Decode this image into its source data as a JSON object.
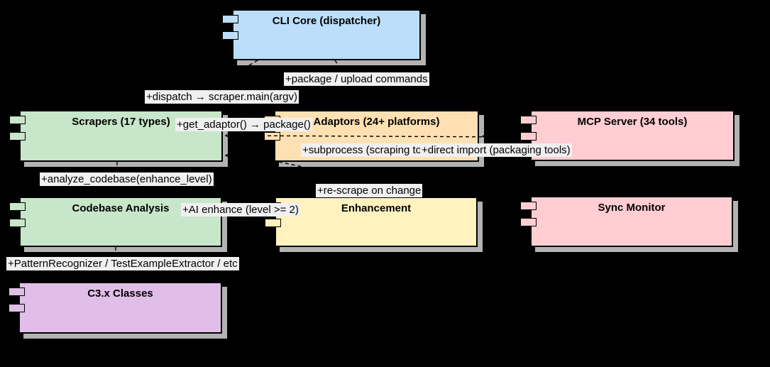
{
  "diagram": {
    "kind": "uml-component-diagram",
    "background_color": "#000000",
    "shadow_color": "#b3b3b3",
    "label_background": "#f0f0f0",
    "border_color": "#000000",
    "components": [
      {
        "id": "cli-core",
        "label": "CLI Core (dispatcher)",
        "fill": "#bbdefb"
      },
      {
        "id": "scrapers",
        "label": "Scrapers (17 types)",
        "fill": "#c8e6c9"
      },
      {
        "id": "adaptors",
        "label": "Adaptors (24+ platforms)",
        "fill": "#ffe0b2"
      },
      {
        "id": "mcp-server",
        "label": "MCP Server (34 tools)",
        "fill": "#ffcdd2"
      },
      {
        "id": "codebase-analysis",
        "label": "Codebase Analysis",
        "fill": "#c8e6c9"
      },
      {
        "id": "enhancement",
        "label": "Enhancement",
        "fill": "#fff2bf"
      },
      {
        "id": "sync-monitor",
        "label": "Sync Monitor",
        "fill": "#ffcdd2"
      },
      {
        "id": "c3x-classes",
        "label": "C3.x Classes",
        "fill": "#e1bee7"
      }
    ],
    "edge_labels": [
      {
        "id": "package-upload",
        "text": "+package / upload commands"
      },
      {
        "id": "dispatch",
        "text": "+dispatch → scraper.main(argv)"
      },
      {
        "id": "get-adaptor",
        "text": "+get_adaptor() → package()"
      },
      {
        "id": "subprocess",
        "text": "+subprocess (scraping tools)"
      },
      {
        "id": "direct-import",
        "text": "+direct import (packaging tools)"
      },
      {
        "id": "analyze-codebase",
        "text": "+analyze_codebase(enhance_level)"
      },
      {
        "id": "re-scrape",
        "text": "+re-scrape on change"
      },
      {
        "id": "ai-enhance",
        "text": "+AI enhance (level >= 2)"
      },
      {
        "id": "pattern-recognizer",
        "text": "+PatternRecognizer / TestExampleExtractor / etc"
      }
    ]
  }
}
